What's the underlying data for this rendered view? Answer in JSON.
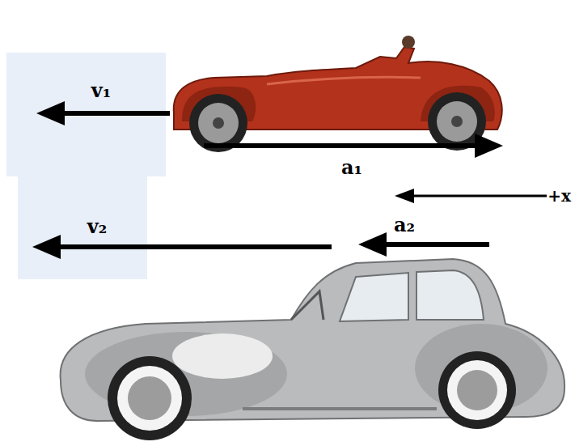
{
  "diagram": {
    "labels": [
      "v₁",
      "a₁",
      "+x",
      "v₂",
      "a₂"
    ]
  }
}
